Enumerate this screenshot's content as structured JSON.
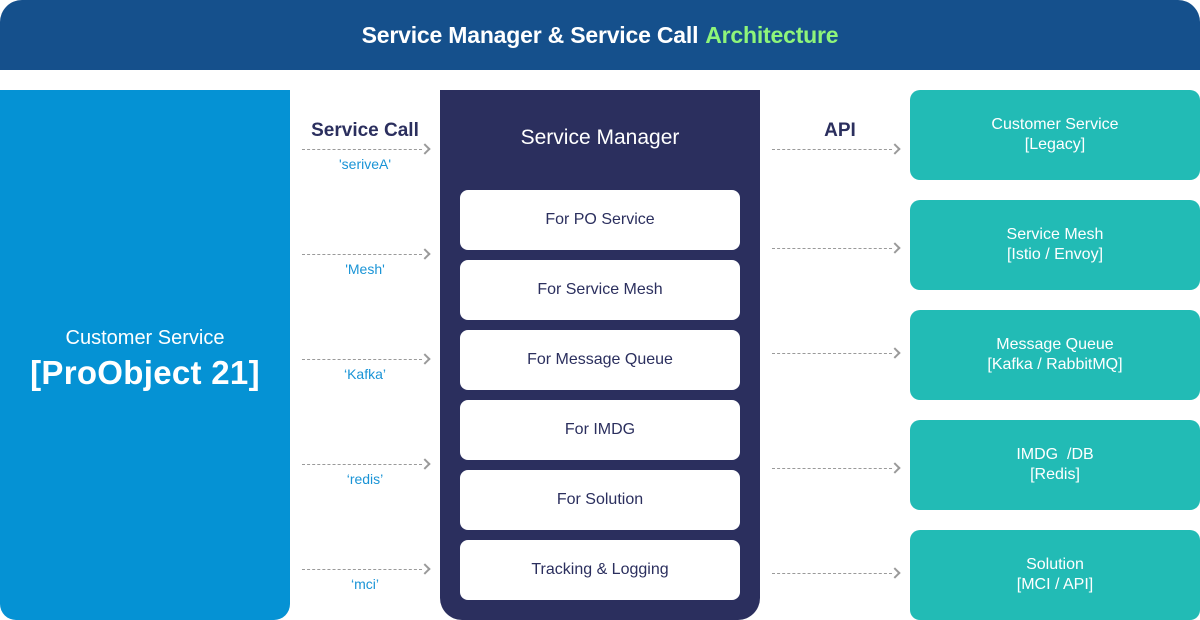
{
  "header": {
    "title": "Service Manager & Service Call",
    "title_accent": "Architecture"
  },
  "colors": {
    "header_bg": "#15508c",
    "accent_green": "#8ef57a",
    "customer_blue": "#0592d4",
    "manager_navy": "#2b2f5e",
    "target_teal": "#22bbb5",
    "call_label_blue": "#1a94d6",
    "arrow_gray": "#9a9a9a"
  },
  "customer": {
    "subtitle": "Customer Service",
    "title": "[ProObject 21]"
  },
  "service_call": {
    "heading": "Service Call",
    "calls": [
      {
        "label": "'seriveA'"
      },
      {
        "label": "'Mesh'"
      },
      {
        "label": "‘Kafka’"
      },
      {
        "label": "‘redis’"
      },
      {
        "label": "‘mci’"
      }
    ]
  },
  "manager": {
    "title": "Service Manager",
    "modules": [
      {
        "label": "For PO Service"
      },
      {
        "label": "For Service Mesh"
      },
      {
        "label": "For Message Queue"
      },
      {
        "label": "For IMDG"
      },
      {
        "label": "For Solution"
      },
      {
        "label": "Tracking & Logging"
      }
    ]
  },
  "api": {
    "heading": "API",
    "targets": [
      {
        "name": "Customer Service",
        "detail": "[Legacy]"
      },
      {
        "name": "Service Mesh",
        "detail": "[Istio / Envoy]"
      },
      {
        "name": "Message Queue",
        "detail": "[Kafka / RabbitMQ]"
      },
      {
        "name": "IMDG  /DB",
        "detail": "[Redis]"
      },
      {
        "name": "Solution",
        "detail": "[MCI / API]"
      }
    ]
  }
}
